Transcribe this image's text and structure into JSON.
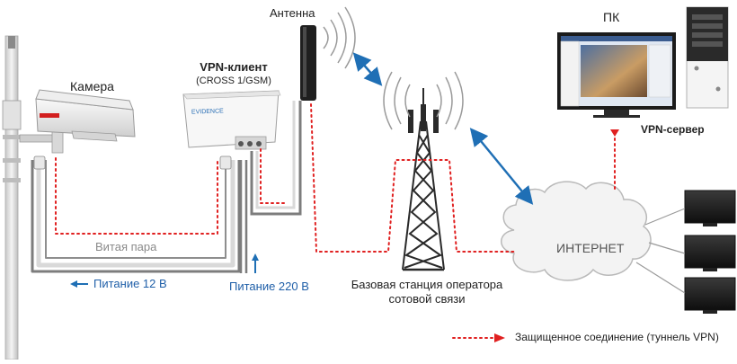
{
  "labels": {
    "camera": "Камера",
    "antenna": "Антенна",
    "vpn_client_title": "VPN-клиент",
    "vpn_client_model": "(CROSS 1/GSM)",
    "device_brand": "EVIDENCE",
    "twisted_pair": "Витая пара",
    "power_12v": "Питание 12 В",
    "power_220v": "Питание 220 В",
    "base_station_line1": "Базовая станция оператора",
    "base_station_line2": "сотовой связи",
    "internet": "ИНТЕРНЕТ",
    "pc": "ПК",
    "vpn_server": "VPN-сервер",
    "legend_text": "Защищенное соединение (туннель VPN)"
  },
  "icons": {
    "camera": "surveillance-camera-icon",
    "pole": "pole-icon",
    "router": "router-icon",
    "antenna": "antenna-icon",
    "tower": "cell-tower-icon",
    "cloud": "cloud-icon",
    "monitor": "monitor-icon",
    "pc_tower": "pc-tower-icon"
  },
  "colors": {
    "vpn_tunnel": "#e02020",
    "radio_link": "#1f6fb5",
    "power_arrow": "#1f6fb5",
    "cable": "#7d7d7d",
    "cloud_fill": "#f3f3f3",
    "cloud_stroke": "#b9b9b9"
  }
}
